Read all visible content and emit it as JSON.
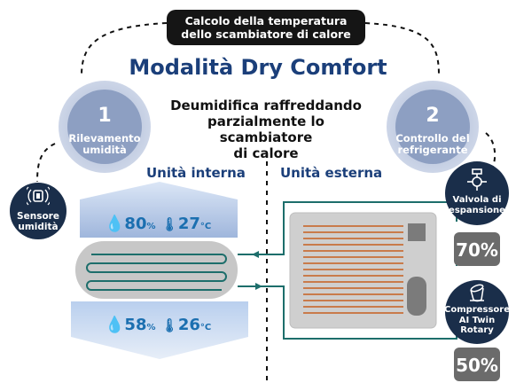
{
  "header": {
    "top_label_line1": "Calcolo della temperatura",
    "top_label_line2": "dello scambiatore di calore",
    "title": "Modalità Dry Comfort",
    "subtitle_line1": "Deumidifica raffreddando",
    "subtitle_line2": "parzialmente lo scambiatore",
    "subtitle_line3": "di calore"
  },
  "steps": [
    {
      "number": "1",
      "label_line1": "Rilevamento",
      "label_line2": "umidità"
    },
    {
      "number": "2",
      "label_line1": "Controllo del",
      "label_line2": "refrigerante"
    }
  ],
  "units": {
    "indoor": "Unità interna",
    "outdoor": "Unità esterna"
  },
  "sensor": {
    "label_line1": "Sensore",
    "label_line2": "umidità"
  },
  "readings": {
    "before": {
      "humidity": "80",
      "humidity_unit": "%",
      "temperature": "27",
      "temperature_unit": "°C"
    },
    "after": {
      "humidity": "58",
      "humidity_unit": "%",
      "temperature": "26",
      "temperature_unit": "°C"
    }
  },
  "components": {
    "valve": {
      "label_line1": "Valvola di",
      "label_line2": "espansione",
      "percent": "70%"
    },
    "compressor": {
      "label_line1": "Compressore",
      "label_line2": "AI Twin",
      "label_line3": "Rotary",
      "percent": "50%"
    }
  },
  "colors": {
    "navy": "#1b3f7a",
    "teal": "#1d6e6b",
    "blue": "#1b6fb0",
    "step_circle": "#8d9fc2",
    "dark_circle": "#1a2e4a",
    "gray_box": "#6b6b6b",
    "copper": "#c97b4b"
  },
  "icons": [
    "humidity-sensor-icon",
    "droplet-icon",
    "thermometer-icon",
    "valve-icon",
    "compressor-icon"
  ]
}
